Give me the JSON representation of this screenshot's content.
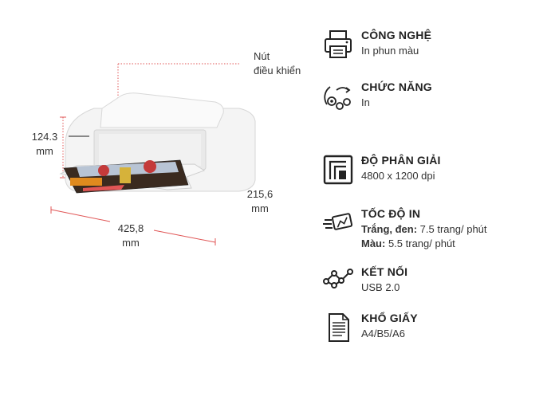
{
  "diagram": {
    "callout_line1": "Nút",
    "callout_line2": "điều khiển",
    "height_value": "124.3",
    "height_unit": "mm",
    "depth_value": "215,6",
    "depth_unit": "mm",
    "width_value": "425,8",
    "width_unit": "mm",
    "accent_color": "#e05555"
  },
  "specs": [
    {
      "icon": "printer-icon",
      "title": "CÔNG NGHỆ",
      "value": "In phun màu"
    },
    {
      "icon": "gears-icon",
      "title": "CHỨC NĂNG",
      "value": "In"
    },
    {
      "icon": "resolution-icon",
      "title": "ĐỘ PHÂN GIẢI",
      "value": "4800 x 1200 dpi"
    },
    {
      "icon": "speed-icon",
      "title": "TỐC ĐỘ IN",
      "line1_label": "Trắng, đen:",
      "line1_value": " 7.5 trang/ phút",
      "line2_label": "Màu:",
      "line2_value": " 5.5 trang/ phút"
    },
    {
      "icon": "connection-icon",
      "title": "KẾT NỐI",
      "value": "USB 2.0"
    },
    {
      "icon": "paper-icon",
      "title": "KHỔ GIẤY",
      "value": "A4/B5/A6"
    }
  ]
}
